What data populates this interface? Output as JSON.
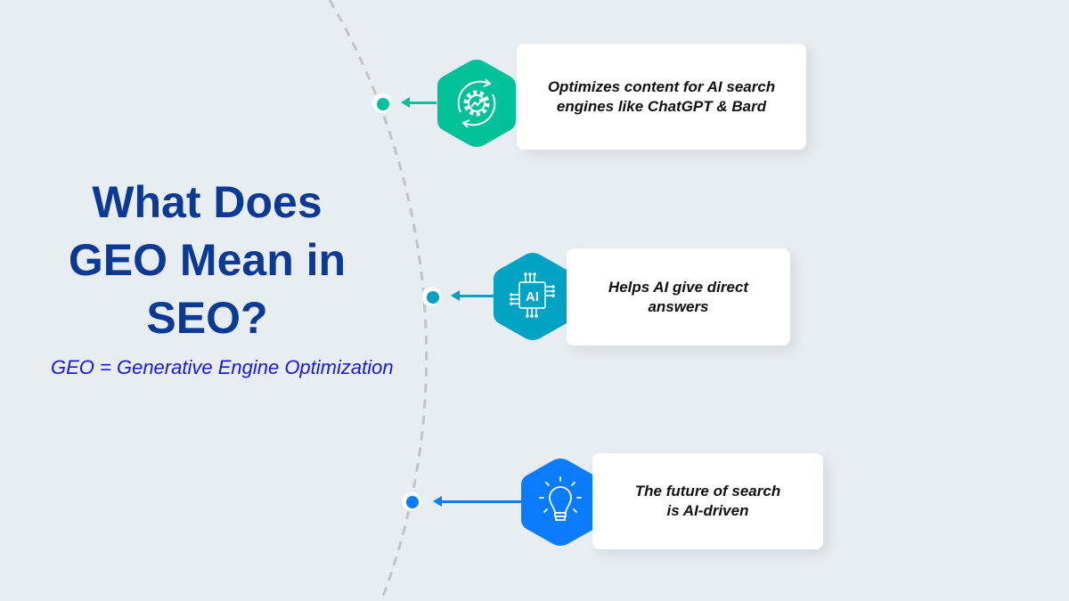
{
  "title": {
    "lines": [
      "What Does",
      "GEO Mean in",
      "SEO?"
    ]
  },
  "subtitle": "GEO = Generative Engine Optimization",
  "colors": {
    "background": "#e8edf2",
    "title": "#0b3a96",
    "subtitle": "#1717e8",
    "green": "#00c19a",
    "teal": "#00a3c4",
    "blue": "#0a7cff"
  },
  "points": [
    {
      "icon": "gear-growth-cycle-icon",
      "lines": [
        "Optimizes content for AI search",
        "engines like ChatGPT & Bard"
      ]
    },
    {
      "icon": "ai-chip-icon",
      "chip_label": "AI",
      "lines": [
        "Helps AI give direct",
        "answers"
      ]
    },
    {
      "icon": "lightbulb-icon",
      "lines": [
        "The future of search",
        "is AI-driven"
      ]
    }
  ]
}
